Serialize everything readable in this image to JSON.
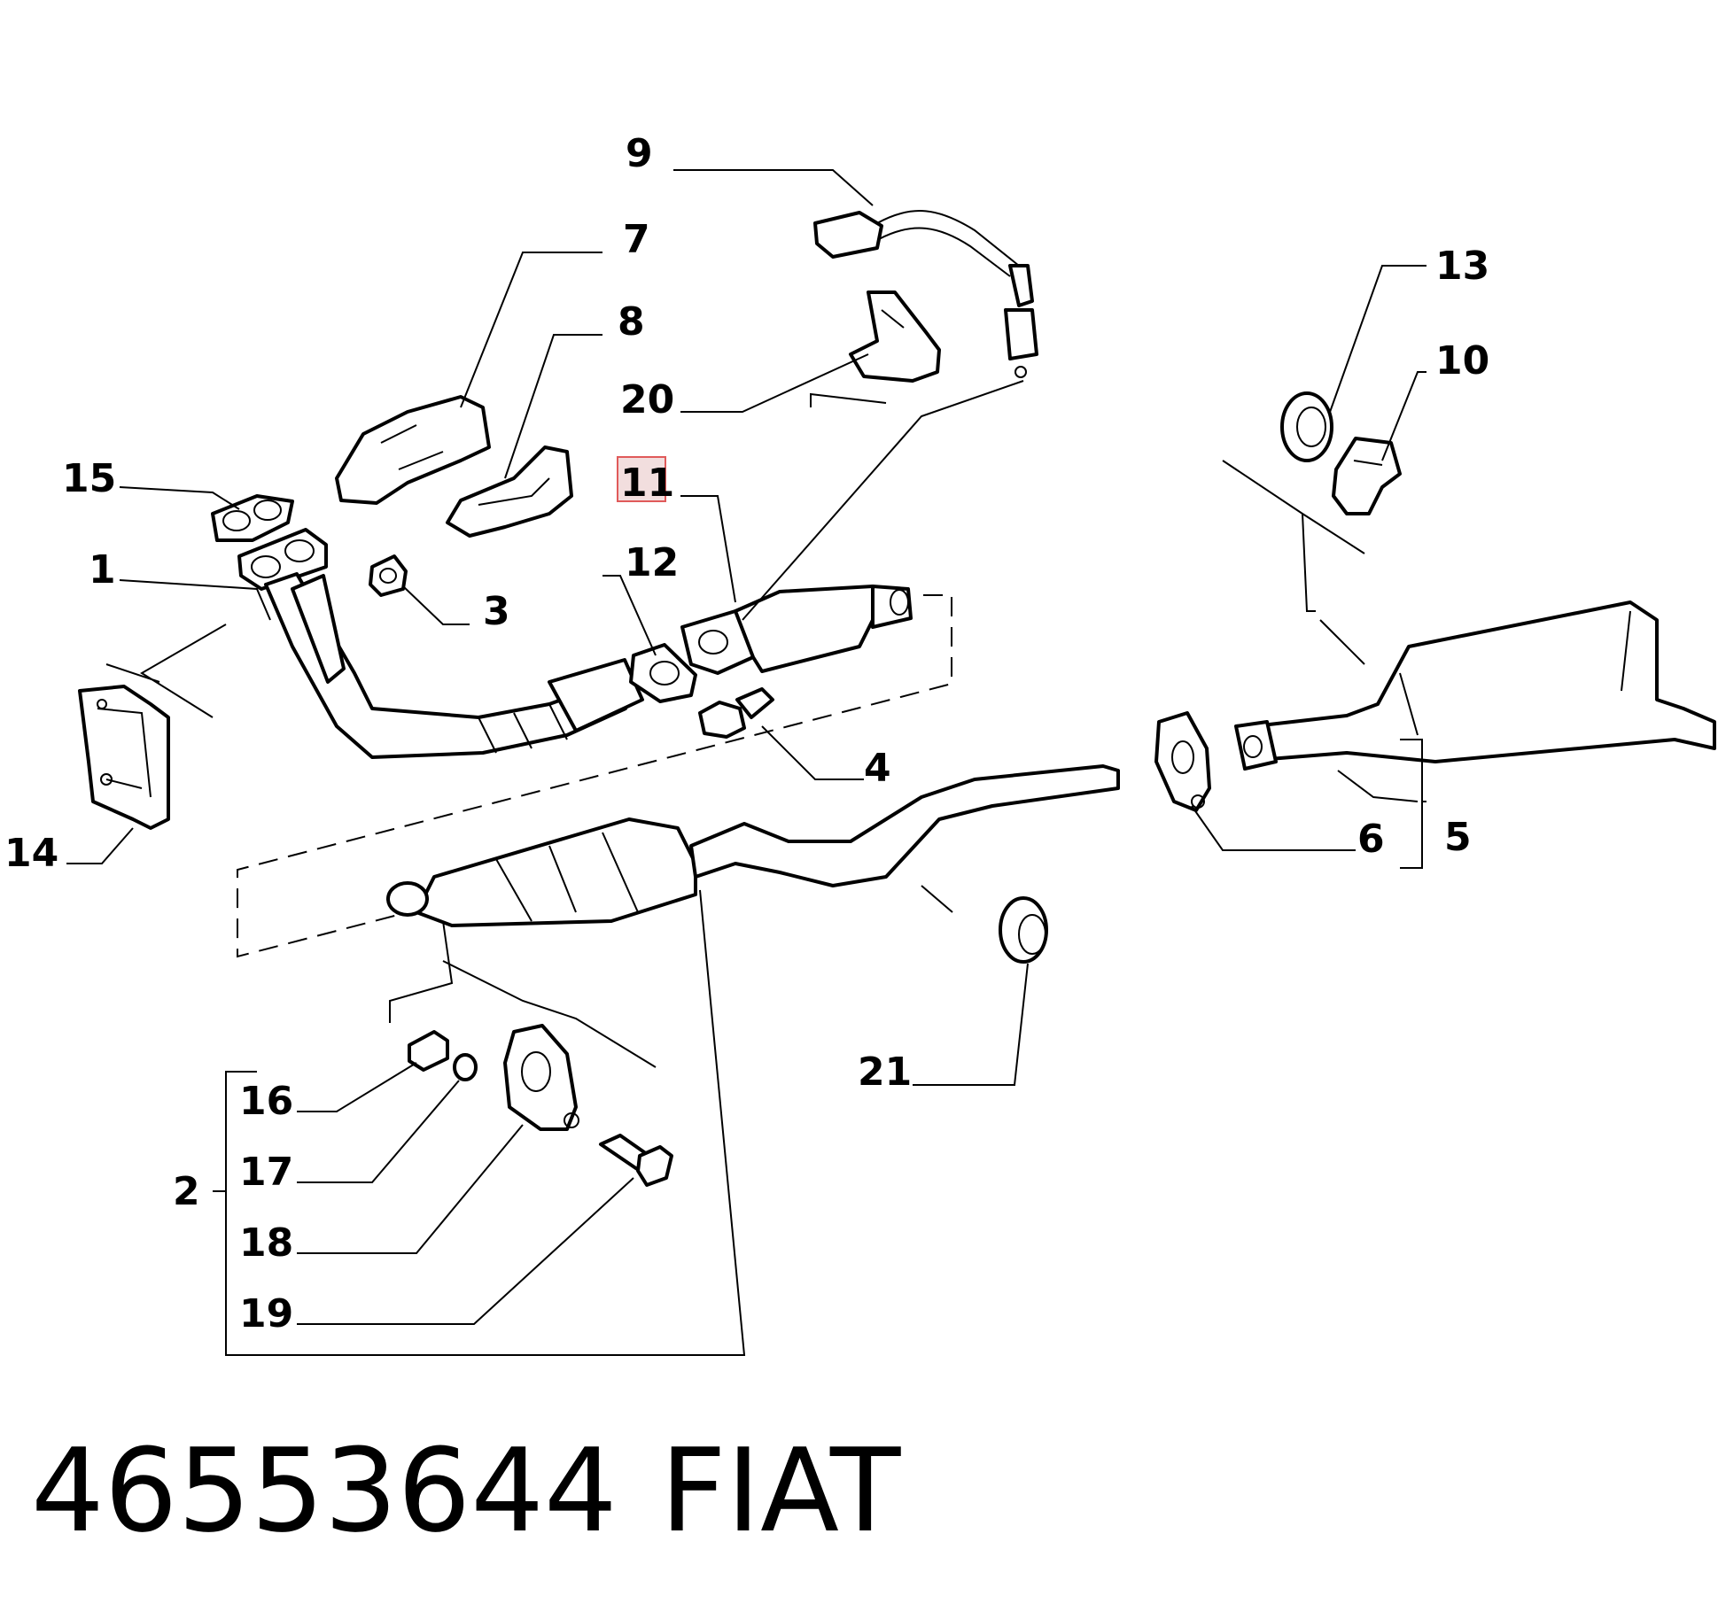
{
  "callouts": {
    "c1": "1",
    "c2": "2",
    "c3": "3",
    "c4": "4",
    "c5": "5",
    "c6": "6",
    "c7": "7",
    "c8": "8",
    "c9": "9",
    "c10": "10",
    "c11": "11",
    "c12": "12",
    "c13": "13",
    "c14": "14",
    "c15": "15",
    "c16": "16",
    "c17": "17",
    "c18": "18",
    "c19": "19",
    "c20": "20",
    "c21": "21"
  },
  "highlighted_callout": "11",
  "highlight_color": "#e05a5a",
  "footer": {
    "part_number": "46553644",
    "brand": "FIAT"
  }
}
